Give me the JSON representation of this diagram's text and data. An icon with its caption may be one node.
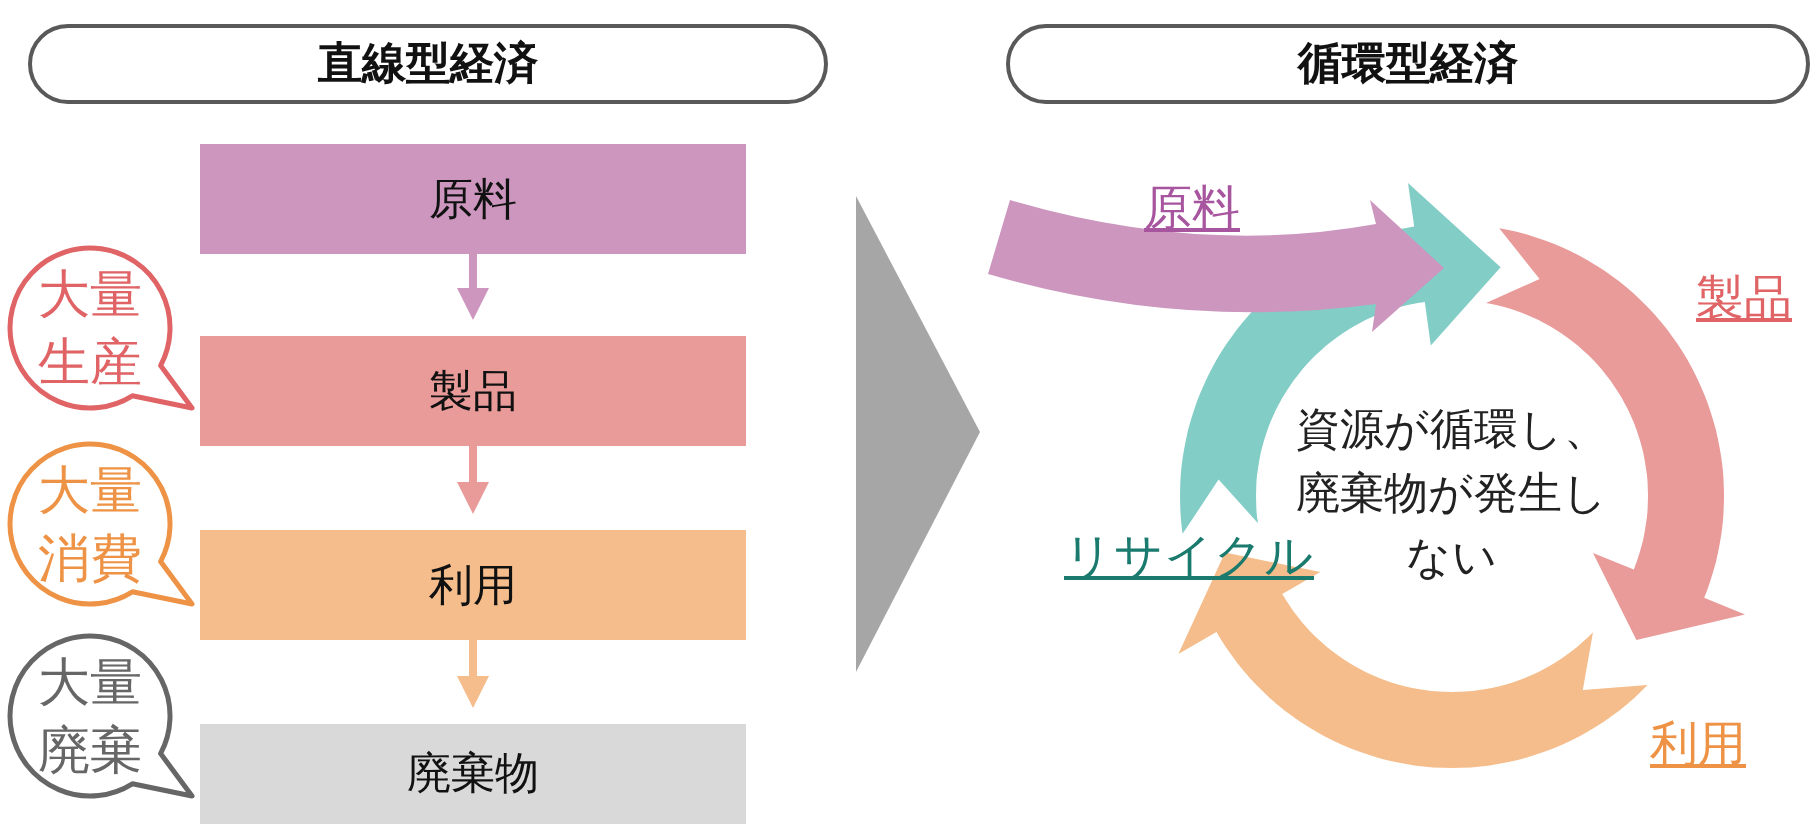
{
  "diagram": {
    "nodes": [
      {
        "text": [
          "直線型経済"
        ]
      },
      {
        "text": [
          "原料"
        ]
      },
      {
        "text": [
          "製品"
        ]
      },
      {
        "text": [
          "利用"
        ]
      },
      {
        "text": [
          "廃棄物"
        ]
      },
      {
        "text": [
          "大量生産"
        ]
      },
      {
        "text": [
          "大量消費"
        ]
      },
      {
        "text": [
          "大量廃棄"
        ]
      },
      {
        "text": [
          "循環型経済"
        ]
      }
    ],
    "edges": [
      {
        "from": 1,
        "to": 2,
        "arrow": "to",
        "color": "#cc96be"
      },
      {
        "from": 2,
        "to": 3,
        "arrow": "to",
        "color": "#e99b9a"
      },
      {
        "from": 3,
        "to": 4,
        "arrow": "to",
        "color": "#f4bd8b"
      }
    ],
    "labels": [
      "原料",
      "製品",
      "資源が循環し、廃棄物が発生しない",
      "リサイクル",
      "利用"
    ]
  }
}
